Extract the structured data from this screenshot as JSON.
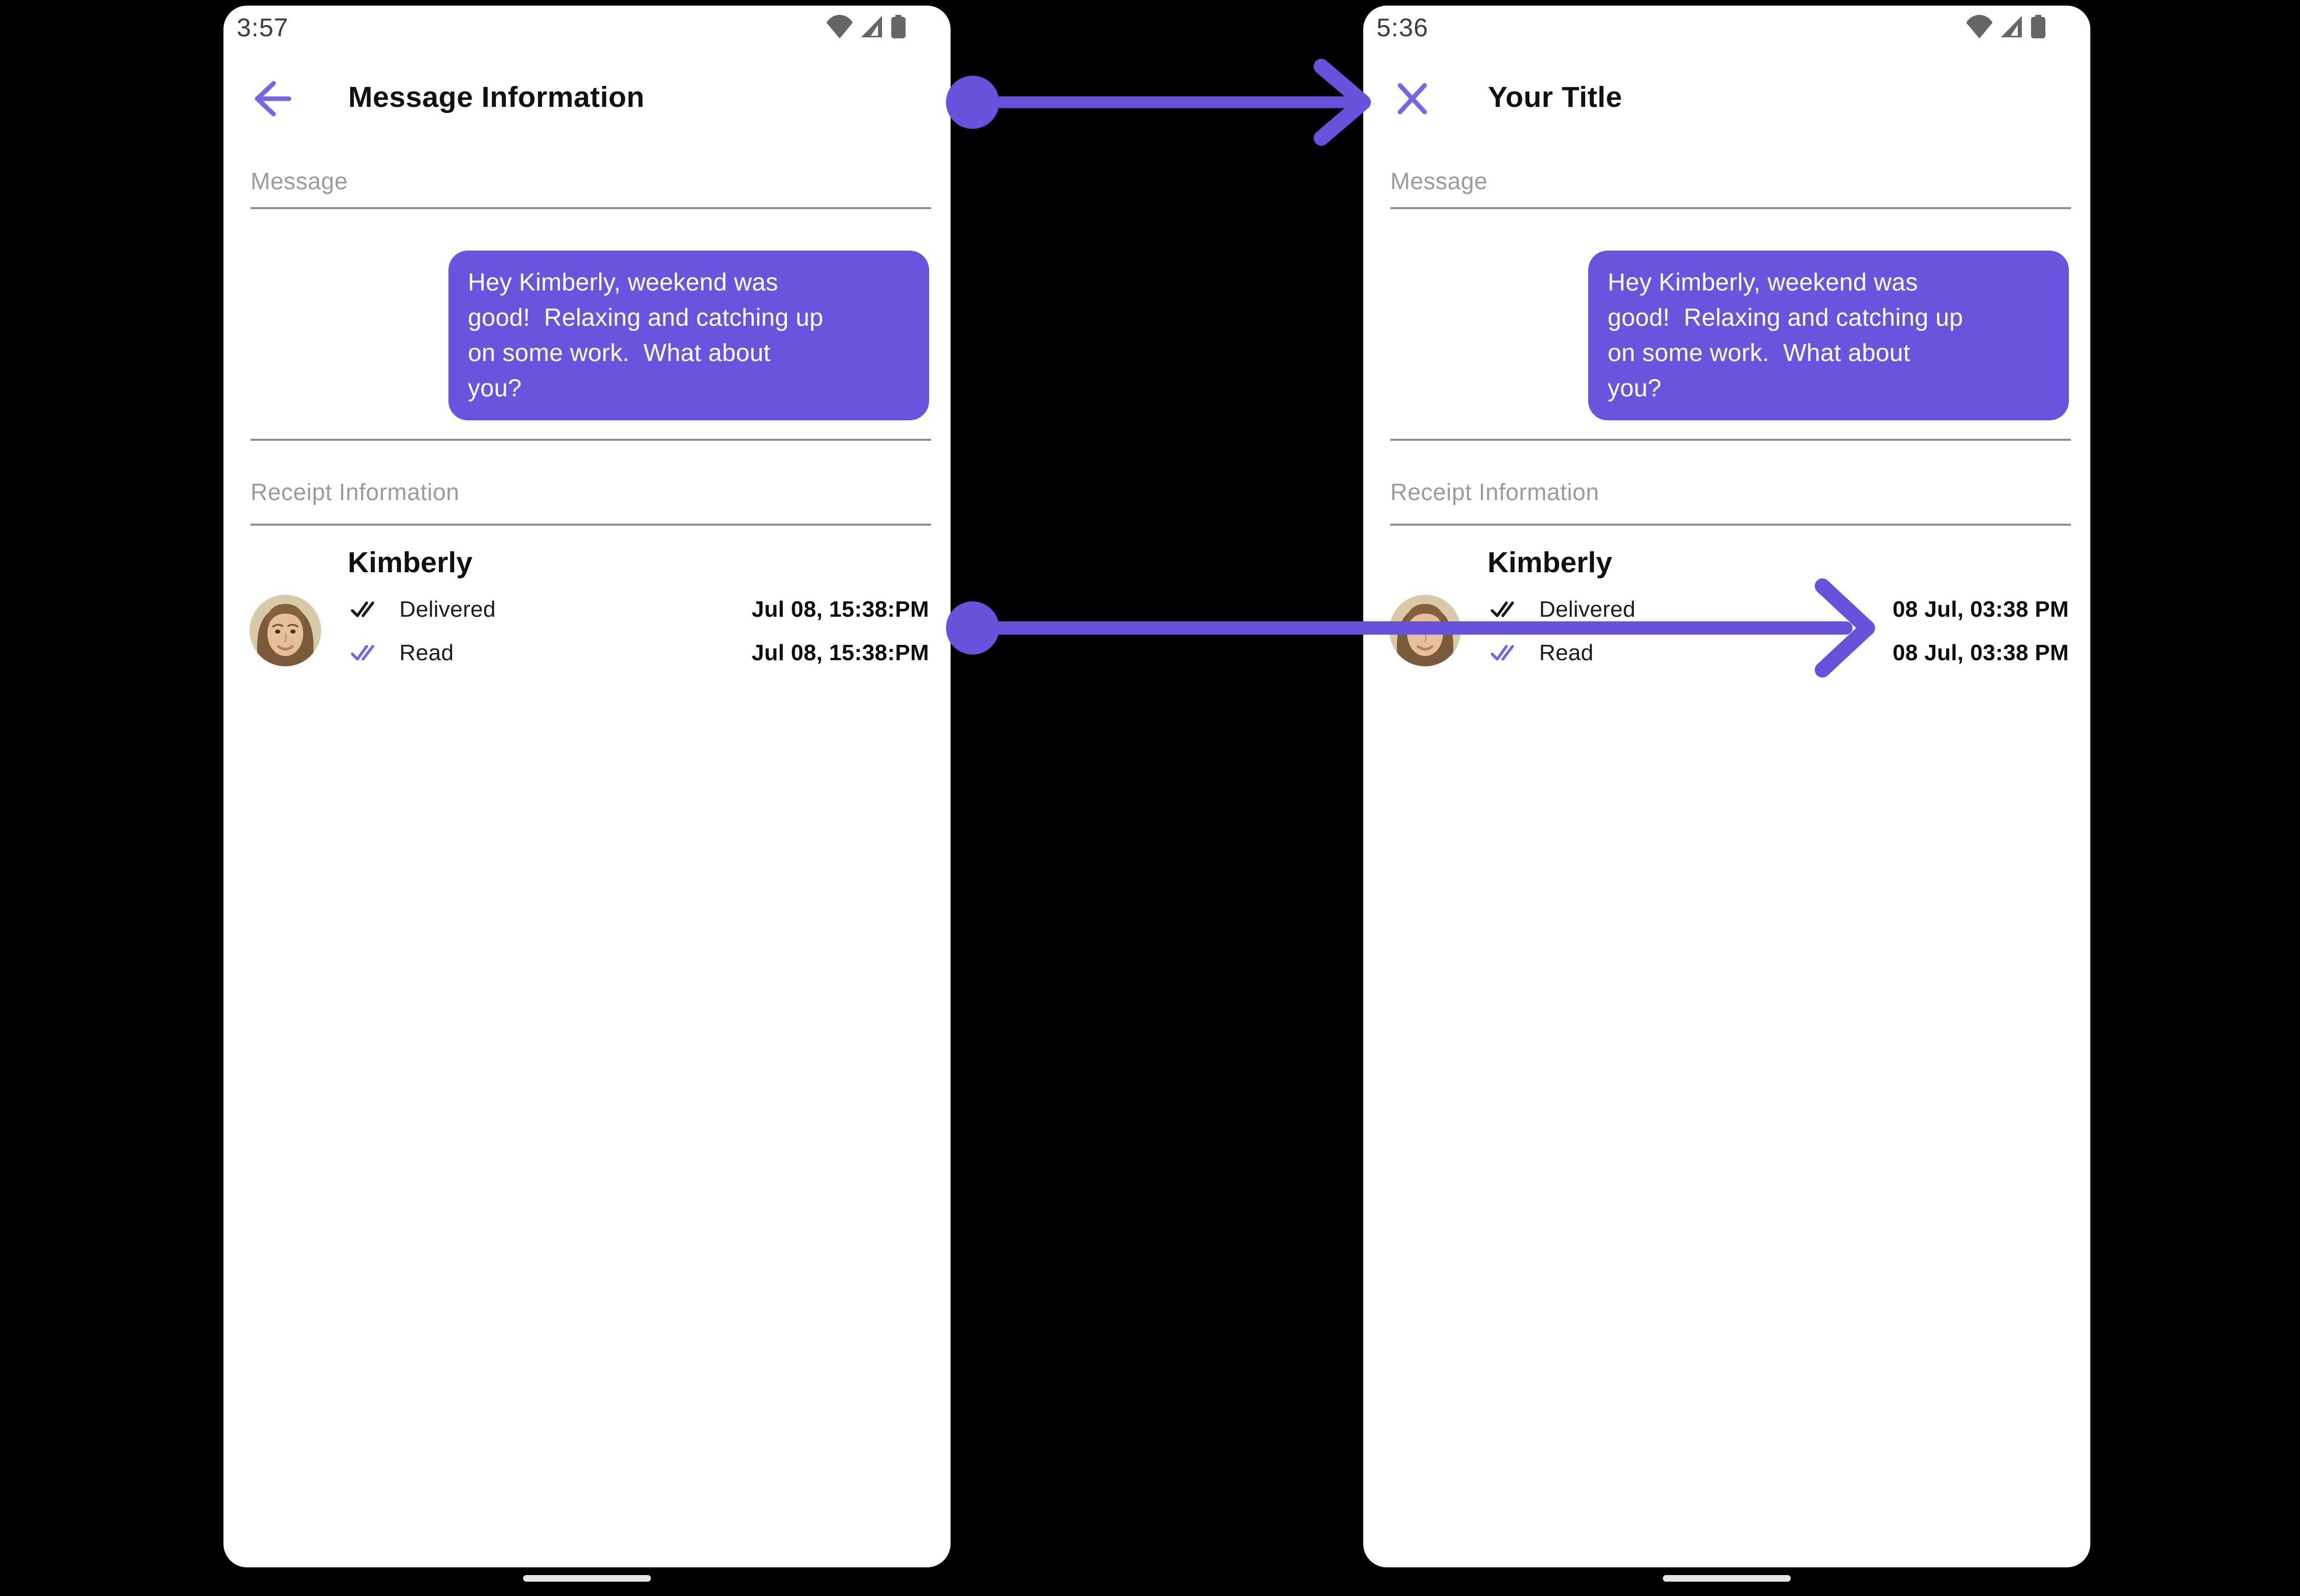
{
  "colors": {
    "accent": "#6851DB",
    "accent_icon": "#7466E4",
    "bubble": "#6A54DE",
    "status_icon": "#666666",
    "label_gray": "#9B9B9B",
    "divider": "#8F8F8F",
    "text_dark": "#111111",
    "canvas_bg": "#000000"
  },
  "left_phone": {
    "status": {
      "time": "3:57",
      "icons": [
        "wifi-icon",
        "cellular-signal-icon",
        "battery-icon"
      ]
    },
    "header": {
      "nav_icon": "back-arrow-icon",
      "title": "Message Information"
    },
    "message_section": {
      "label": "Message",
      "bubble_text": "Hey Kimberly, weekend was\ngood!  Relaxing and catching up\non some work.  What about\nyou?"
    },
    "receipt_section": {
      "label": "Receipt Information",
      "contact_name": "Kimberly",
      "rows": [
        {
          "icon": "double-check-icon",
          "status": "Delivered",
          "timestamp": "Jul 08, 15:38:PM"
        },
        {
          "icon": "double-check-icon",
          "status": "Read",
          "timestamp": "Jul 08, 15:38:PM"
        }
      ]
    }
  },
  "right_phone": {
    "status": {
      "time": "5:36",
      "icons": [
        "wifi-icon",
        "cellular-signal-icon",
        "battery-icon"
      ]
    },
    "header": {
      "nav_icon": "close-icon",
      "title": "Your Title"
    },
    "message_section": {
      "label": "Message",
      "bubble_text": "Hey Kimberly, weekend was\ngood!  Relaxing and catching up\non some work.  What about\nyou?"
    },
    "receipt_section": {
      "label": "Receipt Information",
      "contact_name": "Kimberly",
      "rows": [
        {
          "icon": "double-check-icon",
          "status": "Delivered",
          "timestamp": "08 Jul, 03:38 PM"
        },
        {
          "icon": "double-check-icon",
          "status": "Read",
          "timestamp": "08 Jul, 03:38 PM"
        }
      ]
    }
  }
}
